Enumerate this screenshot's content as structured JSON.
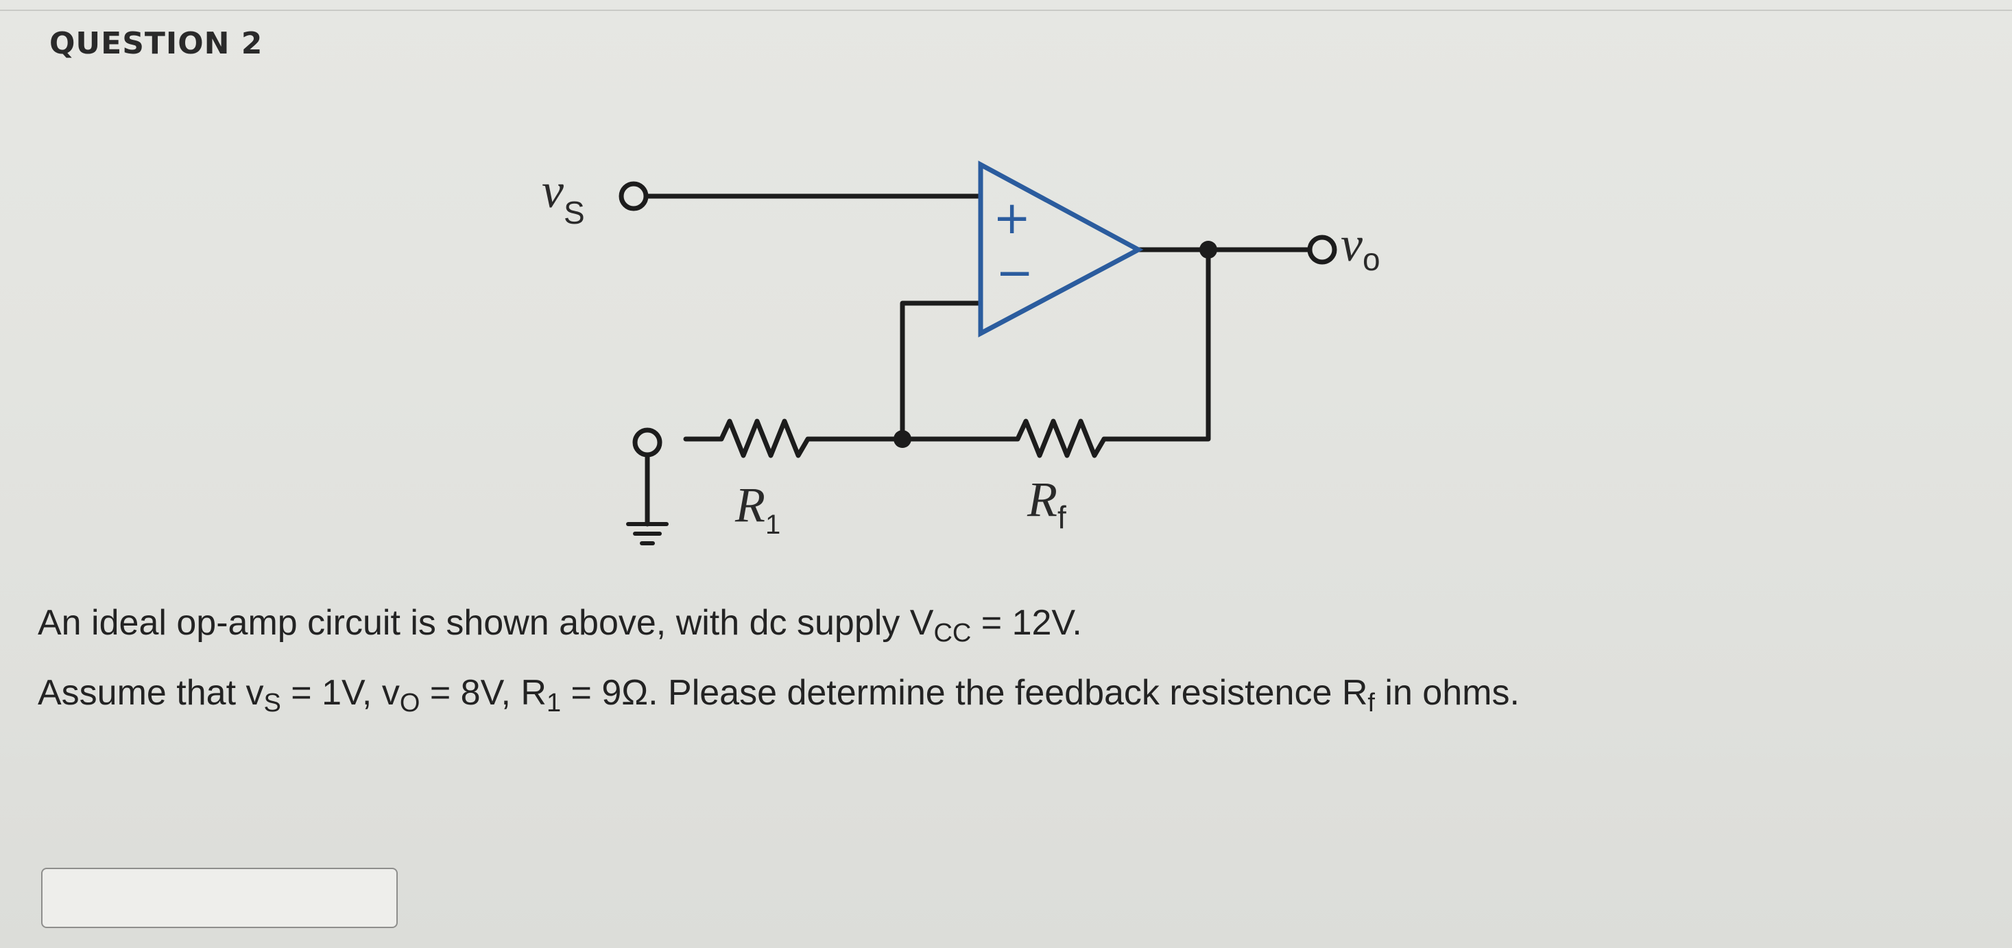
{
  "question": {
    "title": "QUESTION 2",
    "line1": {
      "part1": "An ideal op-amp circuit is shown above, with dc supply V",
      "vcc_sub": "CC",
      "part2": " = 12V."
    },
    "line2": {
      "part1": "Assume that v",
      "vs_sub": "S",
      "part2": " = 1V, v",
      "vo_sub": "O",
      "part3": " = 8V, R",
      "r1_sub": "1",
      "part4": " = 9Ω.  Please determine the feedback resistence R",
      "rf_sub": "f",
      "part5": " in ohms."
    }
  },
  "circuit": {
    "vs_label": "v",
    "vs_sub": "S",
    "vo_label": "v",
    "vo_sub": "o",
    "r1_label": "R",
    "r1_sub": "1",
    "rf_label": "R",
    "rf_sub": "f",
    "plus_sign": "+",
    "minus_sign": "−",
    "opamp_color": "#2b5c9e",
    "wire_color": "#1c1c1c"
  },
  "answer": {
    "value": "",
    "placeholder": ""
  }
}
